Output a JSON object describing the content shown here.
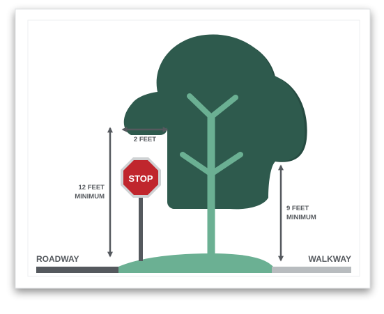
{
  "labels": {
    "two_feet": "2 FEET",
    "twelve_feet_line1": "12 FEET",
    "twelve_feet_line2": "MINIMUM",
    "nine_feet_line1": "9 FEET",
    "nine_feet_line2": "MINIMUM",
    "stop": "STOP",
    "roadway": "ROADWAY",
    "walkway": "WALKWAY"
  },
  "colors": {
    "canopy": "#2e5a4d",
    "canopy_shadow": "#264b41",
    "trunk": "#6bb093",
    "ground": "#6bb093",
    "road": "#55595e",
    "walk": "#b8bcbf",
    "stop_red": "#c0262d",
    "dimension": "#55595e"
  }
}
